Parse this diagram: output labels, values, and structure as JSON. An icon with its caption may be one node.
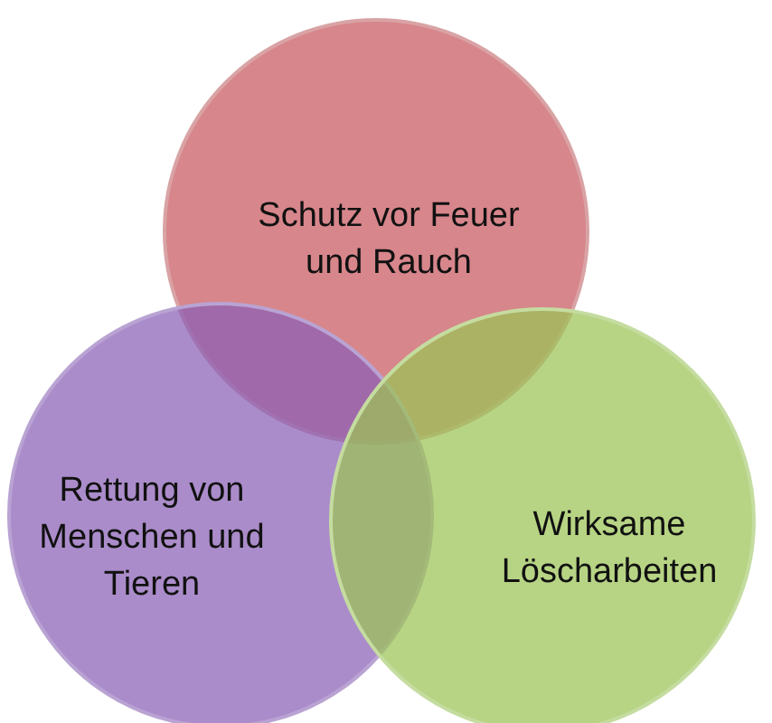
{
  "diagram": {
    "nodes": [
      {
        "text": [
          "Schutz vor Feuer und Rauch"
        ]
      },
      {
        "text": [
          "Rettung von Menschen und Tieren"
        ]
      },
      {
        "text": [
          "Wirksame Löscharbeiten"
        ]
      }
    ]
  }
}
